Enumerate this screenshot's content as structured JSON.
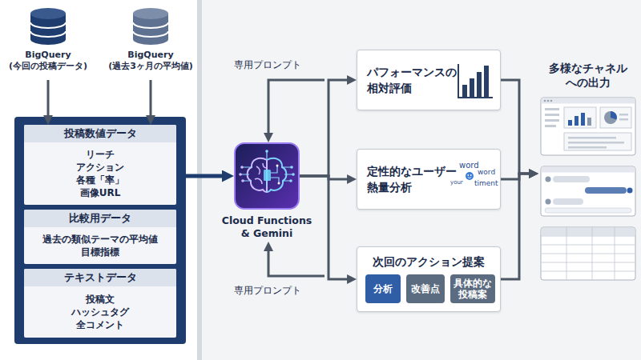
{
  "diagram": {
    "nodes": [
      {
        "text": [
          "BigQuery (今回の投稿データ)"
        ]
      },
      {
        "text": [
          "BigQuery (過去3ヶ月の平均値)"
        ]
      },
      {
        "text": [
          "投稿数値データ",
          "リーチ アクション 各種「率」 画像URL"
        ]
      },
      {
        "text": [
          "比較用データ",
          "過去の類似テーマの平均値 目標指標"
        ]
      },
      {
        "text": [
          "テキストデータ",
          "投稿文 ハッシュタグ 全コメント"
        ]
      },
      {
        "text": [
          "Cloud Functions & Gemini"
        ]
      },
      {
        "text": [
          "パフォーマンスの 相対評価"
        ]
      },
      {
        "text": [
          "定性的なユーザー 熱量分析"
        ]
      },
      {
        "text": [
          "次回のアクション提案"
        ]
      },
      {
        "text": [
          "分析"
        ],
        "in": 8
      },
      {
        "text": [
          "改善点"
        ],
        "in": 8
      },
      {
        "text": [
          "具体的な 投稿案"
        ],
        "in": 8
      },
      {
        "text": [
          "多様なチャネル への出力"
        ]
      }
    ],
    "edges": [
      {
        "from": 0,
        "to": 2,
        "arrow": "to"
      },
      {
        "from": 1,
        "to": 2,
        "arrow": "to"
      },
      {
        "from": 2,
        "to": 5,
        "arrow": "to"
      },
      {
        "from": 5,
        "to": 6,
        "arrow": "to"
      },
      {
        "from": 5,
        "to": 7,
        "arrow": "to"
      },
      {
        "from": 5,
        "to": 8,
        "arrow": "to"
      },
      {
        "from": 6,
        "to": 12,
        "arrow": "to"
      },
      {
        "from": 7,
        "to": 12,
        "arrow": "to"
      },
      {
        "from": 8,
        "to": 12,
        "arrow": "to"
      }
    ],
    "labels": [
      "専用プロンプト",
      "専用プロンプト",
      "word",
      "your",
      "word",
      "timent"
    ]
  }
}
